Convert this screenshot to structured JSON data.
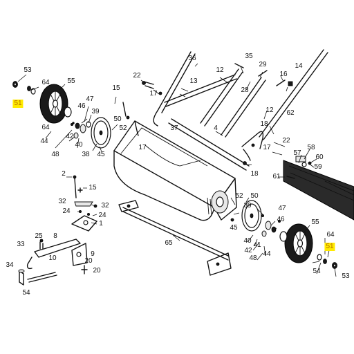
{
  "highlight_color": "#ffea00",
  "callouts": [
    {
      "id": "c53a",
      "text": "53"
    },
    {
      "id": "c51a",
      "text": "51",
      "highlight": true
    },
    {
      "id": "c64a",
      "text": "64"
    },
    {
      "id": "c55a",
      "text": "55"
    },
    {
      "id": "c64b",
      "text": "64"
    },
    {
      "id": "c44a",
      "text": "44"
    },
    {
      "id": "c48a",
      "text": "48"
    },
    {
      "id": "c42a",
      "text": "42"
    },
    {
      "id": "c40a",
      "text": "40"
    },
    {
      "id": "c47a",
      "text": "47"
    },
    {
      "id": "c46a",
      "text": "46"
    },
    {
      "id": "c39",
      "text": "39"
    },
    {
      "id": "c38",
      "text": "38"
    },
    {
      "id": "c45a",
      "text": "45"
    },
    {
      "id": "c50a",
      "text": "50"
    },
    {
      "id": "c52a",
      "text": "52"
    },
    {
      "id": "c15a",
      "text": "15"
    },
    {
      "id": "c22a",
      "text": "22"
    },
    {
      "id": "c17a",
      "text": "17"
    },
    {
      "id": "c17b",
      "text": "17"
    },
    {
      "id": "c13",
      "text": "13"
    },
    {
      "id": "c36",
      "text": "36"
    },
    {
      "id": "c12a",
      "text": "12"
    },
    {
      "id": "c35",
      "text": "35"
    },
    {
      "id": "c28",
      "text": "28"
    },
    {
      "id": "c29",
      "text": "29"
    },
    {
      "id": "c14",
      "text": "14"
    },
    {
      "id": "c16",
      "text": "16"
    },
    {
      "id": "c62",
      "text": "62"
    },
    {
      "id": "c12b",
      "text": "12"
    },
    {
      "id": "c37",
      "text": "37"
    },
    {
      "id": "c4",
      "text": "4"
    },
    {
      "id": "c18a",
      "text": "18"
    },
    {
      "id": "c18b",
      "text": "18"
    },
    {
      "id": "c22b",
      "text": "22"
    },
    {
      "id": "c17c",
      "text": "17"
    },
    {
      "id": "c57",
      "text": "57"
    },
    {
      "id": "c58",
      "text": "58"
    },
    {
      "id": "c60",
      "text": "60"
    },
    {
      "id": "c59",
      "text": "59"
    },
    {
      "id": "c61",
      "text": "61"
    },
    {
      "id": "c2",
      "text": "2"
    },
    {
      "id": "c15b",
      "text": "15"
    },
    {
      "id": "c32a",
      "text": "32"
    },
    {
      "id": "c32b",
      "text": "32"
    },
    {
      "id": "c24a",
      "text": "24"
    },
    {
      "id": "c24b",
      "text": "24"
    },
    {
      "id": "c1",
      "text": "1"
    },
    {
      "id": "c65",
      "text": "65"
    },
    {
      "id": "c52b",
      "text": "52"
    },
    {
      "id": "c50b",
      "text": "50"
    },
    {
      "id": "c45b",
      "text": "45"
    },
    {
      "id": "c39b",
      "text": "39"
    },
    {
      "id": "c47b",
      "text": "47"
    },
    {
      "id": "c46b",
      "text": "46"
    },
    {
      "id": "c40b",
      "text": "40"
    },
    {
      "id": "c41",
      "text": "41"
    },
    {
      "id": "c42b",
      "text": "42"
    },
    {
      "id": "c44b",
      "text": "44"
    },
    {
      "id": "c48b",
      "text": "48"
    },
    {
      "id": "c55b",
      "text": "55"
    },
    {
      "id": "c64c",
      "text": "64"
    },
    {
      "id": "c51b",
      "text": "51",
      "highlight": true
    },
    {
      "id": "c53b",
      "text": "53"
    },
    {
      "id": "c54a",
      "text": "54"
    },
    {
      "id": "c54b",
      "text": "54"
    },
    {
      "id": "c25",
      "text": "25"
    },
    {
      "id": "c33",
      "text": "33"
    },
    {
      "id": "c8",
      "text": "8"
    },
    {
      "id": "c9",
      "text": "9"
    },
    {
      "id": "c10",
      "text": "10"
    },
    {
      "id": "c20a",
      "text": "20"
    },
    {
      "id": "c20b",
      "text": "20"
    },
    {
      "id": "c34",
      "text": "34"
    }
  ]
}
